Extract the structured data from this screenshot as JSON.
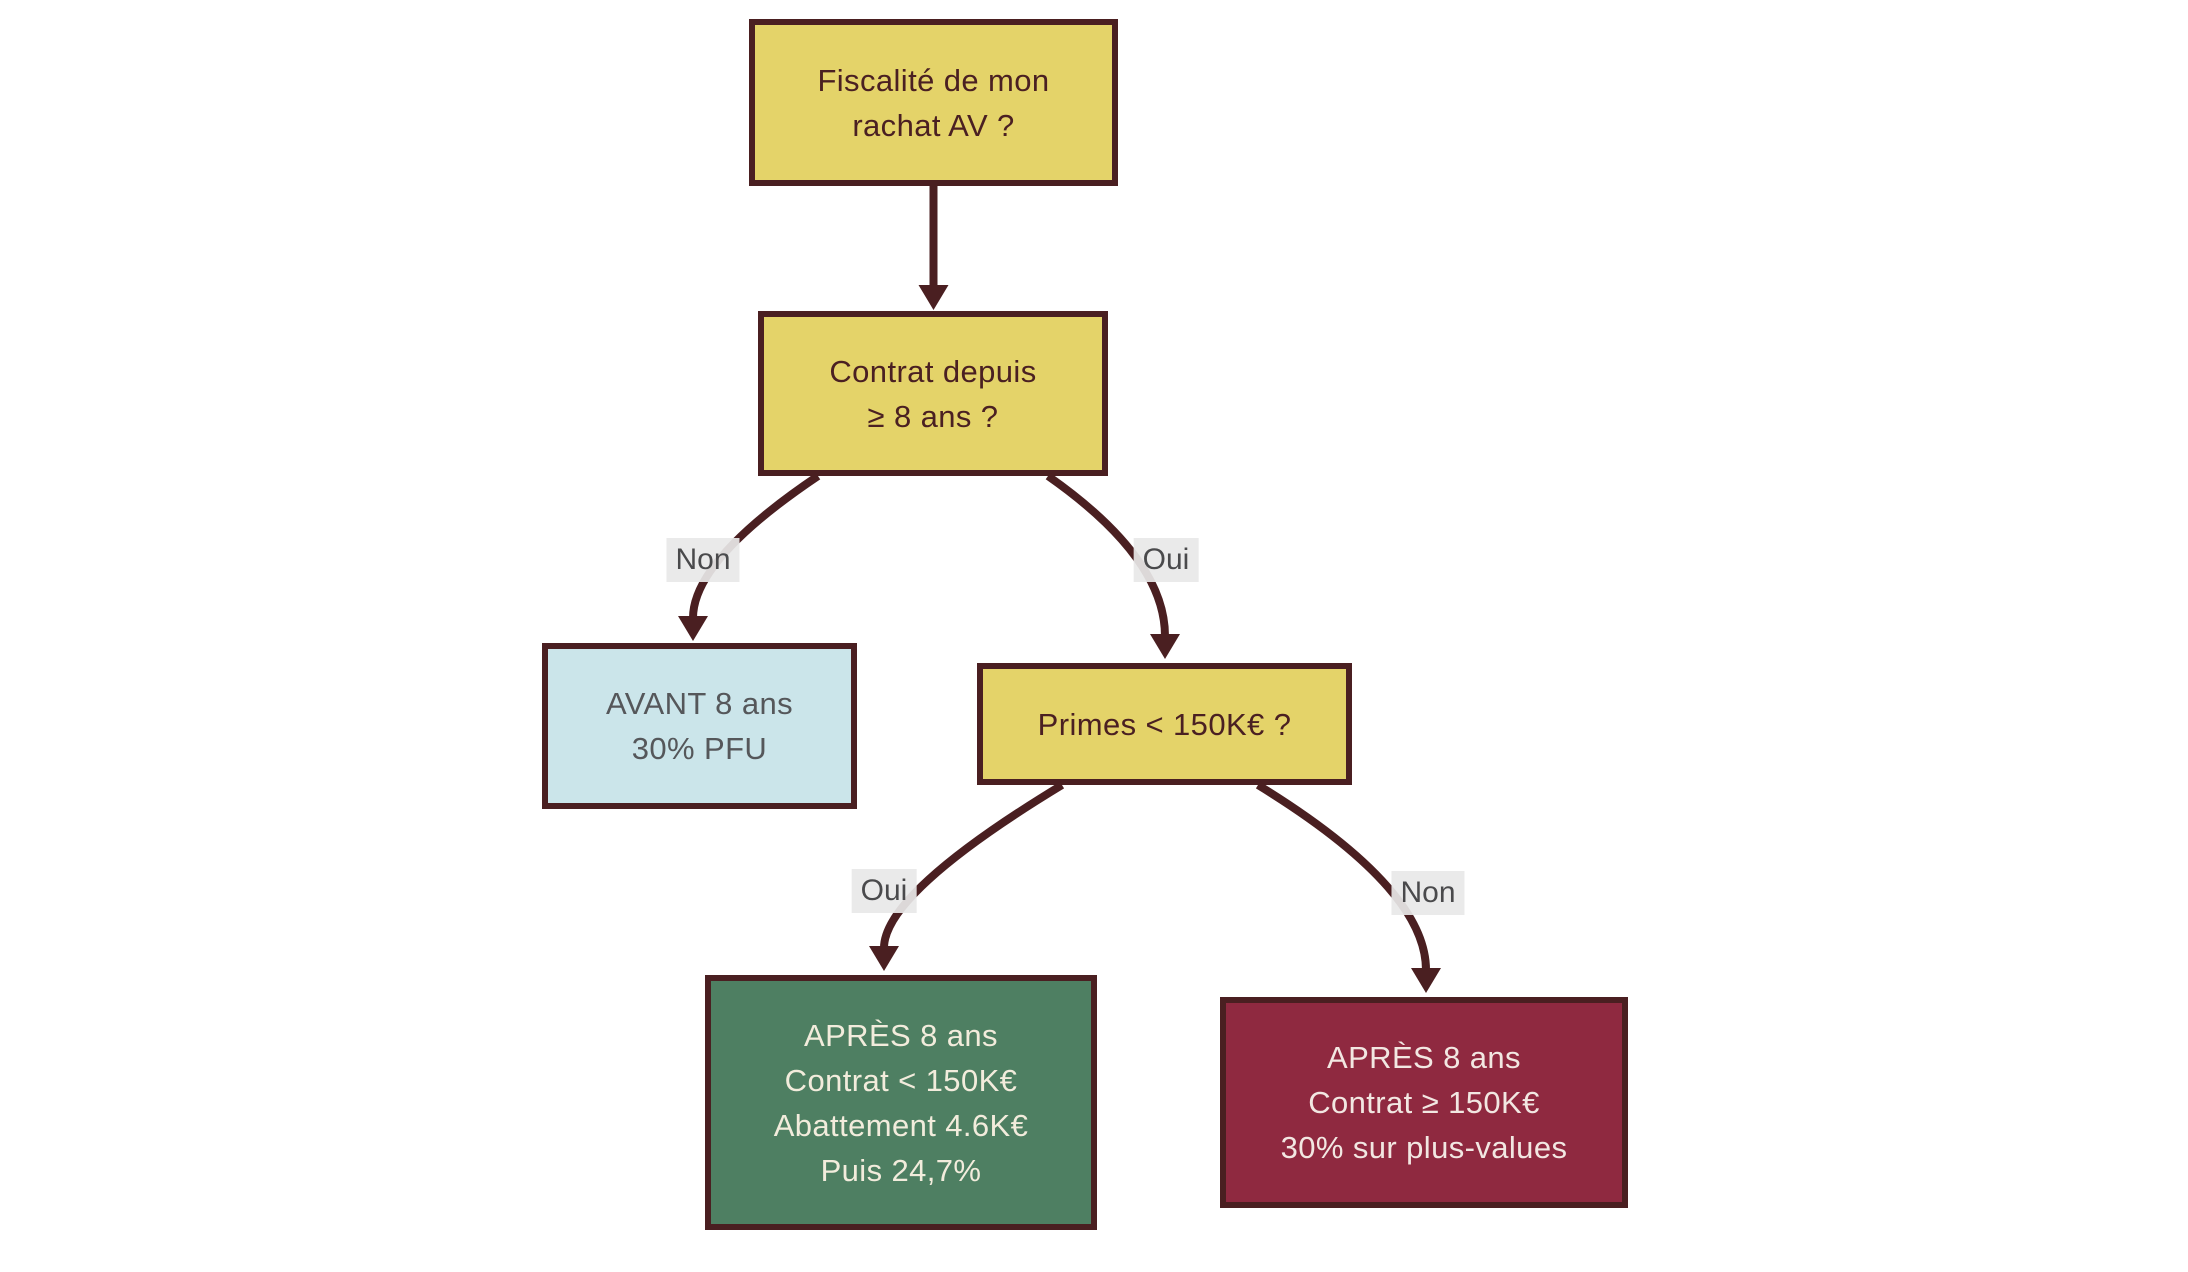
{
  "diagram": {
    "nodes": {
      "root": {
        "line1": "Fiscalité de mon",
        "line2": "rachat AV ?"
      },
      "question_duration": {
        "line1": "Contrat depuis",
        "line2": "≥ 8 ans ?"
      },
      "result_before_8_years": {
        "line1": "AVANT 8 ans",
        "line2": "30% PFU"
      },
      "question_primes": {
        "line1": "Primes < 150K€ ?"
      },
      "result_after_8_under_150k": {
        "line1": "APRÈS 8 ans",
        "line2": "Contrat < 150K€",
        "line3": "Abattement 4.6K€",
        "line4": "Puis 24,7%"
      },
      "result_after_8_over_150k": {
        "line1": "APRÈS 8 ans",
        "line2": "Contrat ≥ 150K€",
        "line3": "30% sur plus-values"
      }
    },
    "branch_labels": {
      "duration_no": "Non",
      "duration_yes": "Oui",
      "primes_yes": "Oui",
      "primes_no": "Non"
    }
  },
  "colors": {
    "background": "#ffffff",
    "question_fill": "#e4d369",
    "question_text": "#4a2022",
    "border_and_arrows": "#4a1f21",
    "before_fill": "#cbe5ea",
    "before_text": "#55575a",
    "after_under_fill": "#4e7f62",
    "after_over_fill": "#8f2940",
    "result_text_light": "#f2ecdc",
    "branch_label_bg": "#e8e8e8",
    "branch_label_text": "#4a4a4c"
  }
}
